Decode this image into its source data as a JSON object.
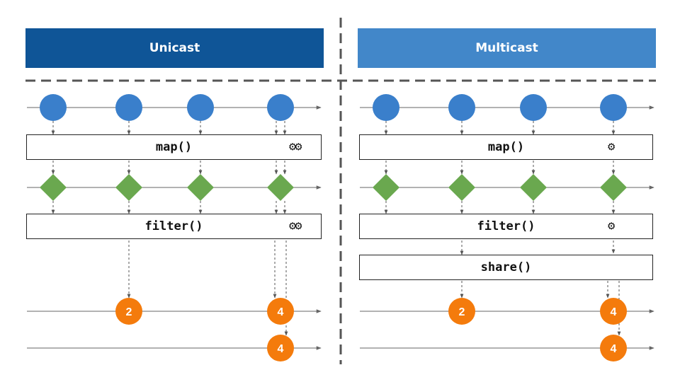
{
  "headers": {
    "unicast": "Unicast",
    "multicast": "Multicast"
  },
  "operators": {
    "map": "map()",
    "filter": "filter()",
    "share": "share()"
  },
  "outputs": {
    "two": "2",
    "four": "4"
  },
  "icons": {
    "gears": "⚙⚙",
    "gear": "⚙"
  },
  "colors": {
    "unicast_header": "#0f5597",
    "multicast_header": "#4287c9",
    "source_circle": "#3a7fcb",
    "mapped_diamond": "#6aa84f",
    "output_circle": "#f47b0c"
  }
}
